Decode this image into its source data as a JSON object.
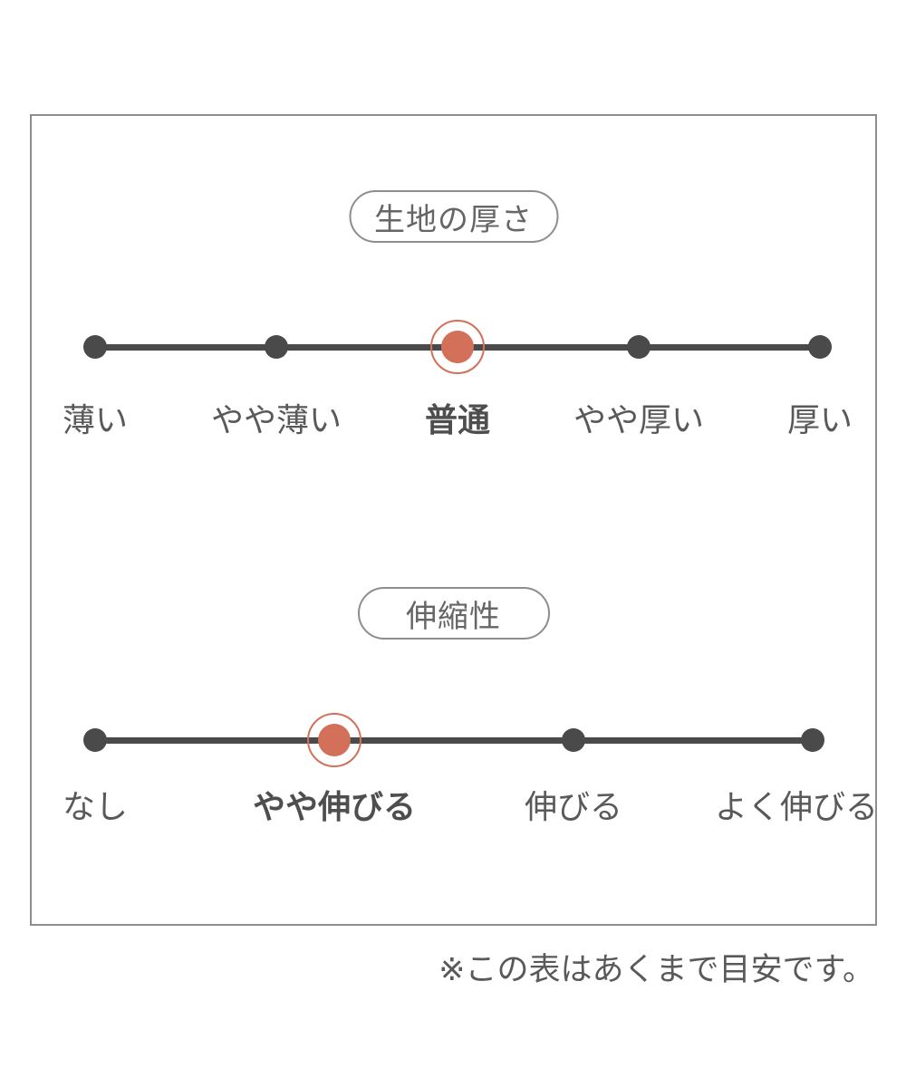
{
  "note": "※この表はあくまで目安です。",
  "scales": [
    {
      "title": "生地の厚さ",
      "labels": [
        "薄い",
        "やや薄い",
        "普通",
        "やや厚い",
        "厚い"
      ],
      "selected_index": 2,
      "selected_label": "普通"
    },
    {
      "title": "伸縮性",
      "labels": [
        "なし",
        "やや伸びる",
        "伸びる",
        "よく伸びる"
      ],
      "selected_index": 1,
      "selected_label": "やや伸びる"
    }
  ],
  "colors": {
    "accent": "#d2705a",
    "line": "#4a4a4a",
    "text": "#595959",
    "pill_text": "#666666",
    "pill_border": "#8d8d8d",
    "frame_border": "#8d8d8d"
  }
}
